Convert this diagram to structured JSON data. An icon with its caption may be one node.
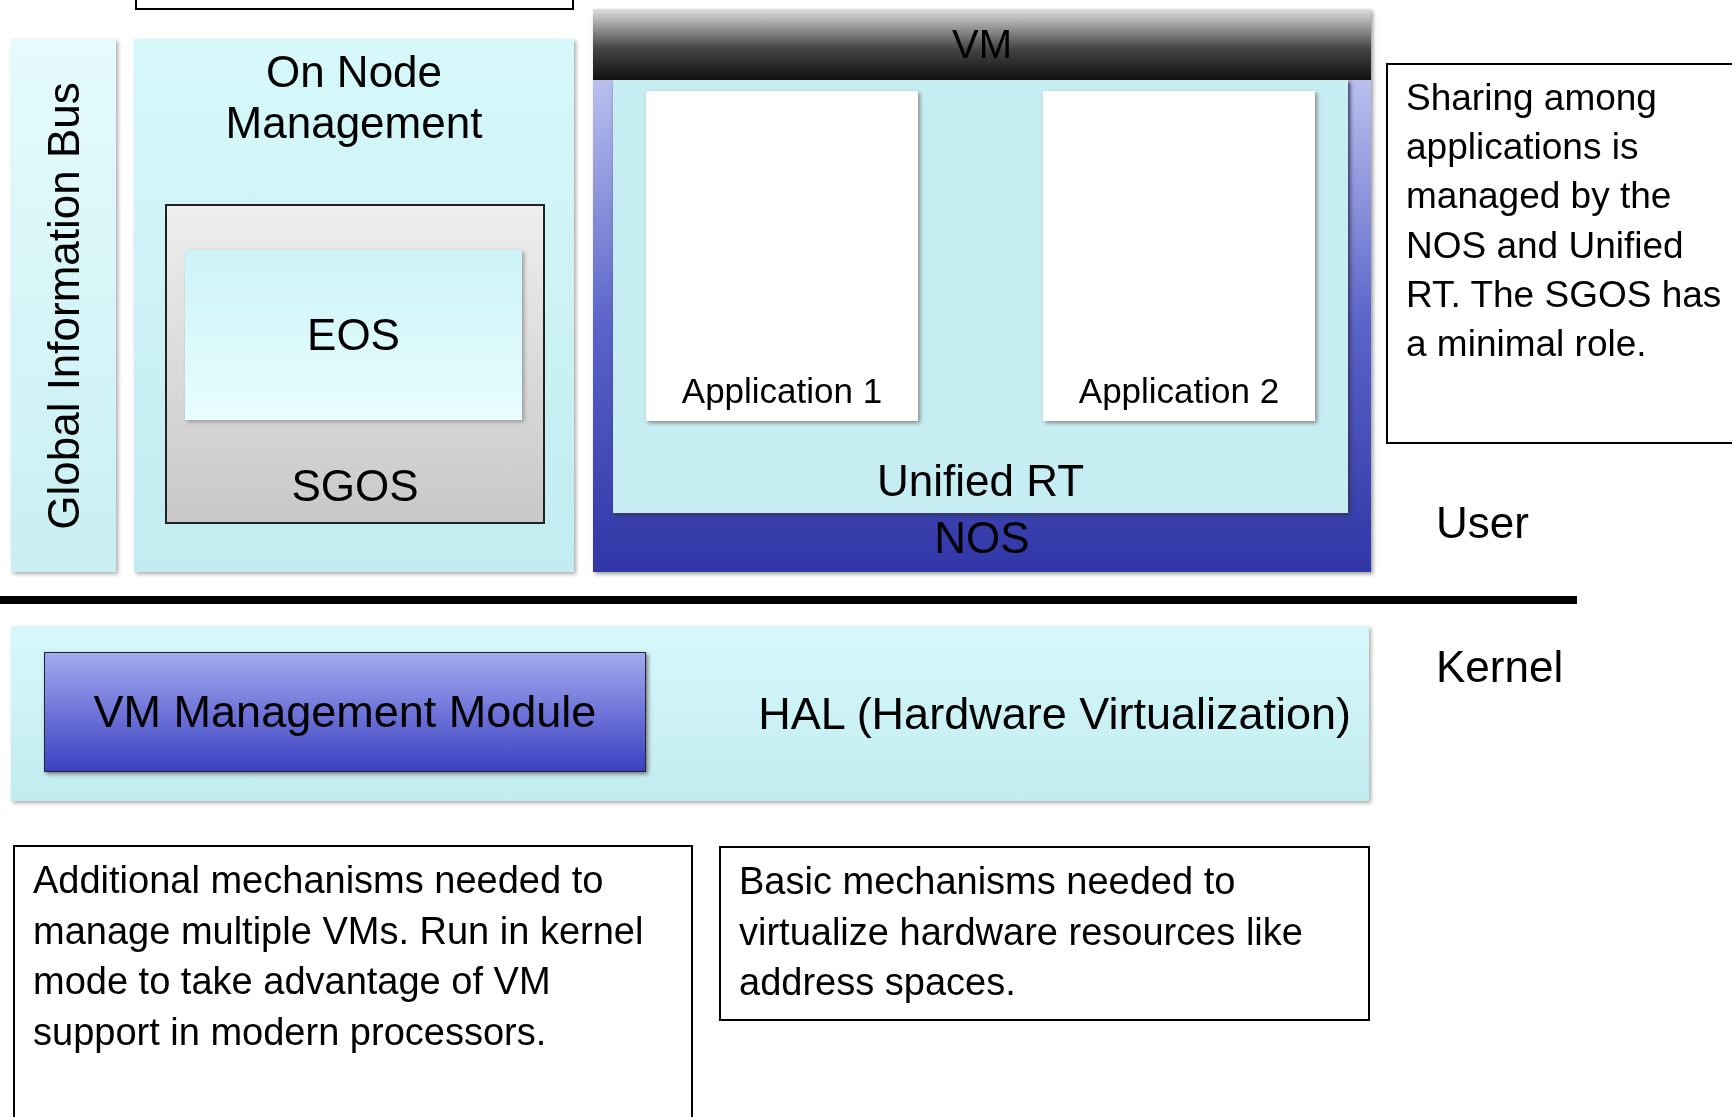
{
  "diagram": {
    "nodes": [
      {
        "text": [],
        "shape": "box"
      },
      {
        "text": [
          "Global Information Bus"
        ]
      },
      {
        "text": [
          "On Node Management"
        ]
      },
      {
        "text": [
          "SGOS"
        ],
        "in": 2
      },
      {
        "text": [
          "EOS"
        ],
        "in": 3
      },
      {
        "text": [
          "VM"
        ]
      },
      {
        "text": [
          "NOS"
        ],
        "in": 5
      },
      {
        "text": [
          "Unified RT"
        ],
        "in": 6
      },
      {
        "text": [
          "Application 1"
        ],
        "in": 7
      },
      {
        "text": [
          "Application 2"
        ],
        "in": 7
      },
      {
        "text": [
          "Sharing among applications is managed by the NOS and Unified RT.  The SGOS has a minimal role."
        ]
      },
      {
        "text": [
          "HAL (Hardware Virtualization)"
        ]
      },
      {
        "text": [
          "VM Management Module"
        ],
        "in": 11
      },
      {
        "text": [
          "Additional mechanisms needed to manage multiple VMs.  Run in kernel mode to take advantage of VM support in modern processors."
        ]
      },
      {
        "text": [
          "Basic mechanisms needed to virtualize hardware resources like address spaces."
        ]
      }
    ],
    "edges": [],
    "labels": [
      "User",
      "Kernel"
    ]
  }
}
